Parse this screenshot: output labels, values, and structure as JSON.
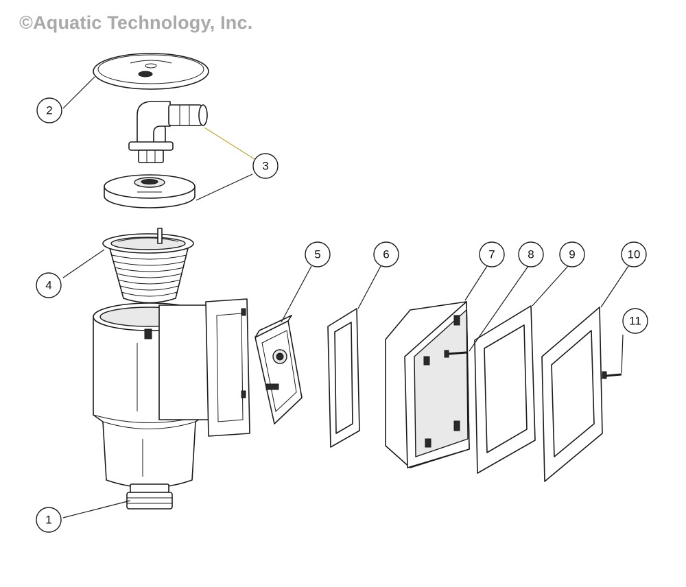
{
  "copyright": "©Aquatic Technology, Inc.",
  "callouts": [
    {
      "id": "1",
      "label": "1"
    },
    {
      "id": "2",
      "label": "2"
    },
    {
      "id": "3",
      "label": "3"
    },
    {
      "id": "4",
      "label": "4"
    },
    {
      "id": "5",
      "label": "5"
    },
    {
      "id": "6",
      "label": "6"
    },
    {
      "id": "7",
      "label": "7"
    },
    {
      "id": "8",
      "label": "8"
    },
    {
      "id": "9",
      "label": "9"
    },
    {
      "id": "10",
      "label": "10"
    },
    {
      "id": "11",
      "label": "11"
    }
  ],
  "colors": {
    "line": "#1a1a1a",
    "copyright": "#a9a9a9",
    "leader_accent": "#b9a83a"
  }
}
